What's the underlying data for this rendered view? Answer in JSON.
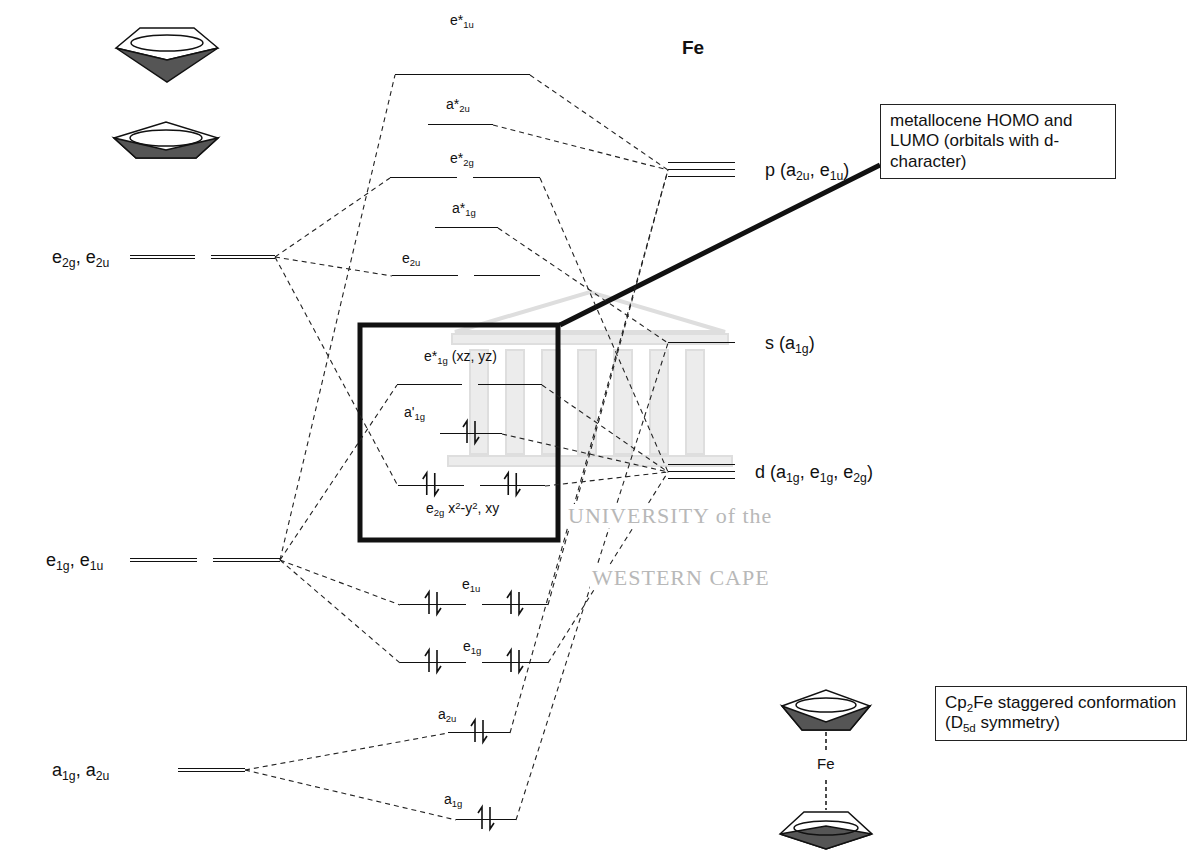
{
  "diagram": {
    "nodes": [
      {
        "text": [
          "e*1u"
        ]
      },
      {
        "text": [
          "a*2u"
        ]
      },
      {
        "text": [
          "p (a2u, e1u)"
        ]
      },
      {
        "text": [
          "metallocene HOMO and LUMO (orbitals with d-character)"
        ]
      },
      {
        "text": [
          "e*2g"
        ]
      },
      {
        "text": [
          "a*1g"
        ]
      },
      {
        "text": [
          "e2g, e2u"
        ]
      },
      {
        "text": [
          "e2u"
        ]
      },
      {
        "text": [
          "s (a1g)"
        ]
      },
      {
        "text": [
          "e*1g (xz, yz)"
        ]
      },
      {
        "text": [
          "a'1g"
        ]
      },
      {
        "text": [
          "d (a1g, e1g, e2g)"
        ]
      },
      {
        "text": [
          "e2g x2-y2, xy"
        ]
      },
      {
        "text": [
          "e1g, e1u"
        ]
      },
      {
        "text": [
          "e1u"
        ]
      },
      {
        "text": [
          "e1g"
        ]
      },
      {
        "text": [
          "a2u"
        ]
      },
      {
        "text": [
          "Cp2Fe staggered conformation (D5d symmetry)"
        ]
      },
      {
        "text": [
          "a1g, a2u"
        ]
      },
      {
        "text": [
          "a1g"
        ]
      }
    ],
    "edges": [
      {
        "from": 6,
        "to": 4,
        "arrow": "none"
      },
      {
        "from": 6,
        "to": 7,
        "arrow": "none"
      },
      {
        "from": 6,
        "to": 12,
        "arrow": "none"
      },
      {
        "from": 13,
        "to": 0,
        "arrow": "none"
      },
      {
        "from": 13,
        "to": 9,
        "arrow": "none"
      },
      {
        "from": 13,
        "to": 14,
        "arrow": "none"
      },
      {
        "from": 13,
        "to": 15,
        "arrow": "none"
      },
      {
        "from": 18,
        "to": 16,
        "arrow": "none"
      },
      {
        "from": 18,
        "to": 19,
        "arrow": "none"
      },
      {
        "from": 0,
        "to": 2,
        "arrow": "none"
      },
      {
        "from": 1,
        "to": 2,
        "arrow": "none"
      },
      {
        "from": 4,
        "to": 11,
        "arrow": "none"
      },
      {
        "from": 5,
        "to": 8,
        "arrow": "none"
      },
      {
        "from": 9,
        "to": 11,
        "arrow": "none"
      },
      {
        "from": 10,
        "to": 11,
        "arrow": "none"
      },
      {
        "from": 12,
        "to": 11,
        "arrow": "none"
      },
      {
        "from": 14,
        "to": 2,
        "arrow": "none"
      },
      {
        "from": 15,
        "to": 11,
        "arrow": "none"
      },
      {
        "from": 16,
        "to": 2,
        "arrow": "none"
      },
      {
        "from": 19,
        "to": 8,
        "arrow": "none"
      }
    ],
    "labels": [
      "Fe",
      "UNIVERSITY of the",
      "WESTERN CAPE",
      "Fe"
    ]
  }
}
